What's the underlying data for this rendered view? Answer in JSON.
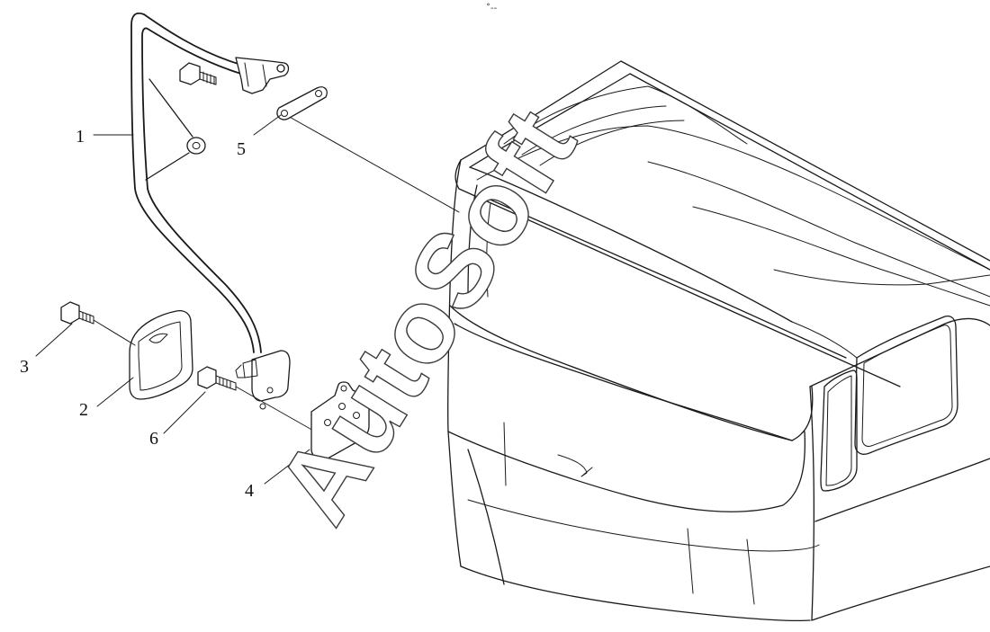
{
  "top_mark": "˚--",
  "callouts": [
    {
      "id": "1",
      "label": "1"
    },
    {
      "id": "2",
      "label": "2"
    },
    {
      "id": "3",
      "label": "3"
    },
    {
      "id": "4",
      "label": "4"
    },
    {
      "id": "5",
      "label": "5"
    },
    {
      "id": "6",
      "label": "6"
    }
  ],
  "watermark": "AutoSoft",
  "colors": {
    "line": "#1a1a1a",
    "background": "#ffffff",
    "watermark_outline": "#3a3a3a"
  }
}
